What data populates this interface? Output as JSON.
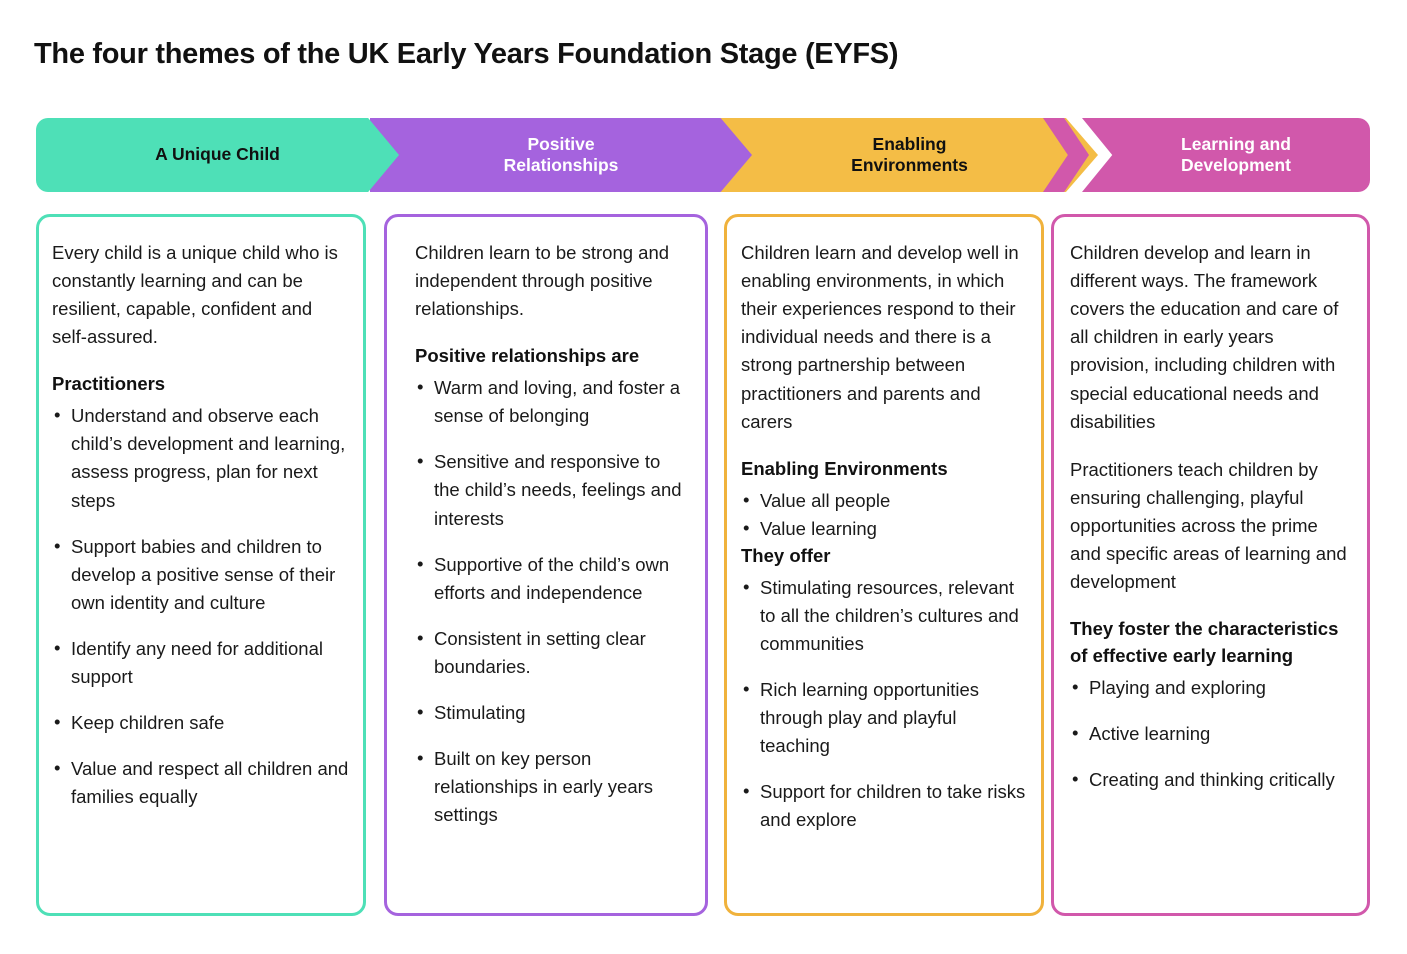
{
  "title": "The four themes of the UK Early Years Foundation Stage (EYFS)",
  "colors": {
    "theme1": "#4EE0B7",
    "theme2": "#A563DE",
    "theme3": "#F4BD46",
    "theme4": "#D158AB",
    "text": "#1a1a1a",
    "background": "#ffffff"
  },
  "banner": {
    "items": [
      {
        "label": "A Unique Child",
        "color": "#4EE0B7",
        "text_color": "#111111"
      },
      {
        "label": "Positive\nRelationships",
        "line1": "Positive",
        "line2": "Relationships",
        "color": "#A563DE",
        "text_color": "#ffffff"
      },
      {
        "label": "Enabling\nEnvironments",
        "line1": "Enabling",
        "line2": "Environments",
        "color": "#F4BD46",
        "text_color": "#111111"
      },
      {
        "label": "Learning and\nDevelopment",
        "line1": "Learning and",
        "line2": "Development",
        "color": "#D158AB",
        "text_color": "#ffffff"
      }
    ]
  },
  "cards": [
    {
      "theme": "A Unique Child",
      "intro": "Every child is a unique child who is constantly learning and can be resilient, capable, confident and self-assured.",
      "sections": [
        {
          "heading": "Practitioners",
          "bullets": [
            "Understand and observe each child’s development and learning, assess progress, plan for next steps",
            "Support babies and children to develop a positive sense of their own identity and culture",
            "Identify any need for additional support",
            "Keep children safe",
            "Value and respect all children and families equally"
          ]
        }
      ]
    },
    {
      "theme": "Positive Relationships",
      "intro": "Children learn to be strong and independent through positive relationships.",
      "sections": [
        {
          "heading": "Positive relationships are",
          "bullets": [
            "Warm and loving, and foster a sense of belonging",
            "Sensitive and responsive to the child’s needs, feelings and interests",
            "Supportive of the child’s own efforts and independence",
            "Consistent in setting clear boundaries.",
            "Stimulating",
            "Built on key person relationships in early years settings"
          ]
        }
      ]
    },
    {
      "theme": "Enabling Environments",
      "intro": "Children learn and develop well in enabling environments, in which their experiences respond to their individual needs and there is a strong partnership between practitioners and parents and carers",
      "sections": [
        {
          "heading": "Enabling Environments",
          "bullets": [
            "Value all people",
            "Value learning"
          ]
        },
        {
          "heading": "They offer",
          "bullets": [
            "Stimulating resources, relevant to all the children’s cultures and communities",
            "Rich learning opportunities through play and playful teaching",
            "Support for children to take risks and explore"
          ]
        }
      ]
    },
    {
      "theme": "Learning and Development",
      "intro": "Children develop and learn in different ways. The framework covers the education and care of all children in early years provision, including children with special educational needs and disabilities",
      "intro2": "Practitioners teach children by ensuring challenging, playful opportunities across the prime and specific areas of learning and development",
      "sections": [
        {
          "heading": "They foster the characteristics of effective early learning",
          "bullets": [
            "Playing and exploring",
            "Active learning",
            "Creating and thinking critically"
          ]
        }
      ]
    }
  ]
}
